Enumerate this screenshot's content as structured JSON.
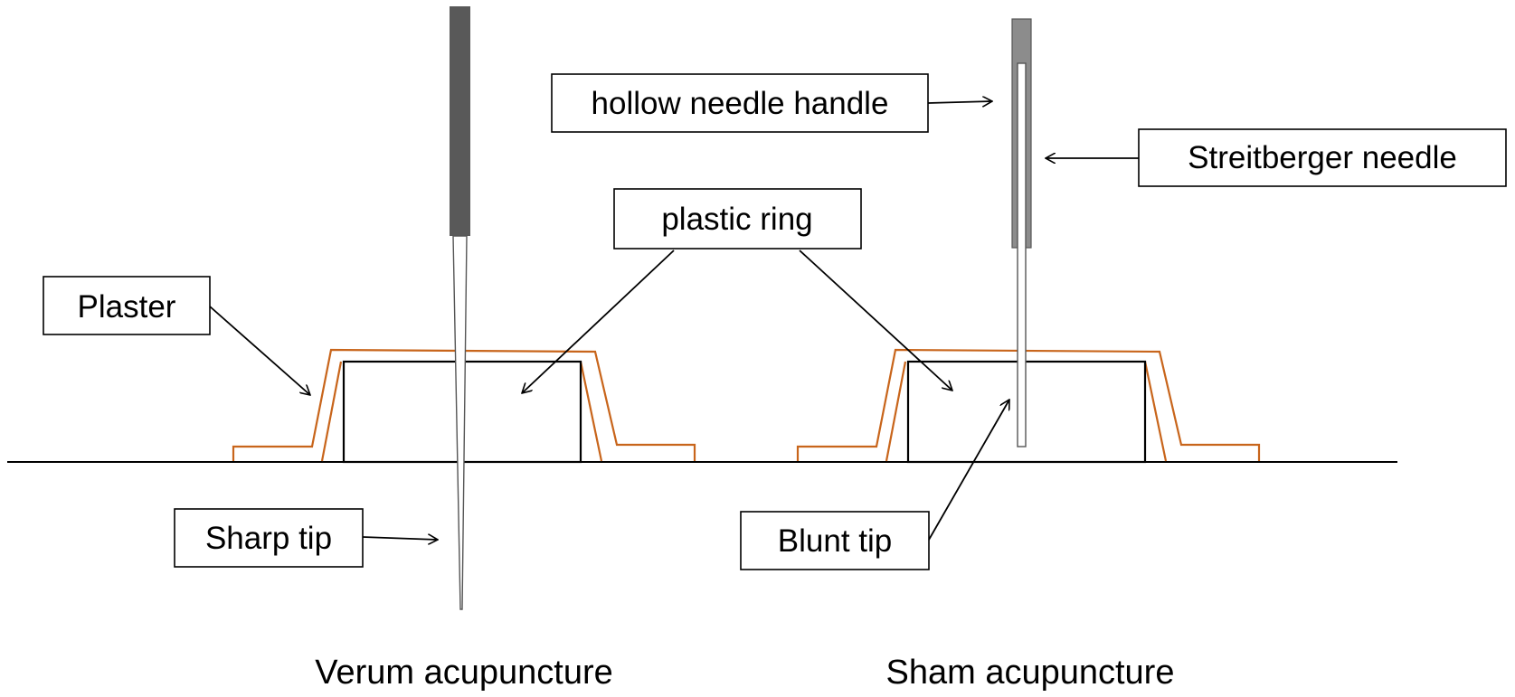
{
  "labels": {
    "hollow_needle_handle": "hollow needle handle",
    "streitberger_needle": "Streitberger needle",
    "plastic_ring": "plastic ring",
    "plaster": "Plaster",
    "sharp_tip": "Sharp tip",
    "blunt_tip": "Blunt tip"
  },
  "captions": {
    "verum": "Verum acupuncture",
    "sham": "Sham acupuncture"
  },
  "colors": {
    "plaster": "#c8651b",
    "verum_handle": "#595959",
    "sham_handle": "#8c8c8c",
    "line": "#000000"
  }
}
